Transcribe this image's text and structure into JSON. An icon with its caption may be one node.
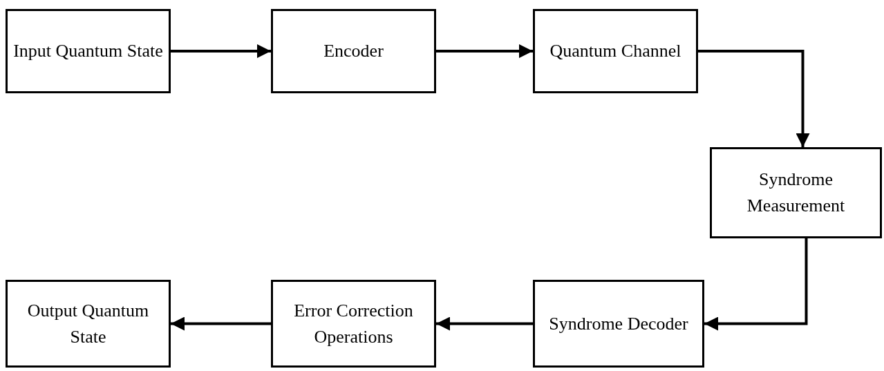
{
  "diagram": {
    "nodes": [
      {
        "text": [
          "Input Quantum State"
        ]
      },
      {
        "text": [
          "Encoder"
        ]
      },
      {
        "text": [
          "Quantum Channel"
        ]
      },
      {
        "text": [
          "Syndrome Measurement"
        ]
      },
      {
        "text": [
          "Syndrome Decoder"
        ]
      },
      {
        "text": [
          "Error Correction Operations"
        ]
      },
      {
        "text": [
          "Output Quantum State"
        ]
      }
    ],
    "edges": [
      {
        "from": 0,
        "to": 1,
        "arrow": "to"
      },
      {
        "from": 1,
        "to": 2,
        "arrow": "to"
      },
      {
        "from": 2,
        "to": 3,
        "arrow": "to"
      },
      {
        "from": 3,
        "to": 4,
        "arrow": "to"
      },
      {
        "from": 4,
        "to": 5,
        "arrow": "to"
      },
      {
        "from": 5,
        "to": 6,
        "arrow": "to"
      }
    ]
  }
}
